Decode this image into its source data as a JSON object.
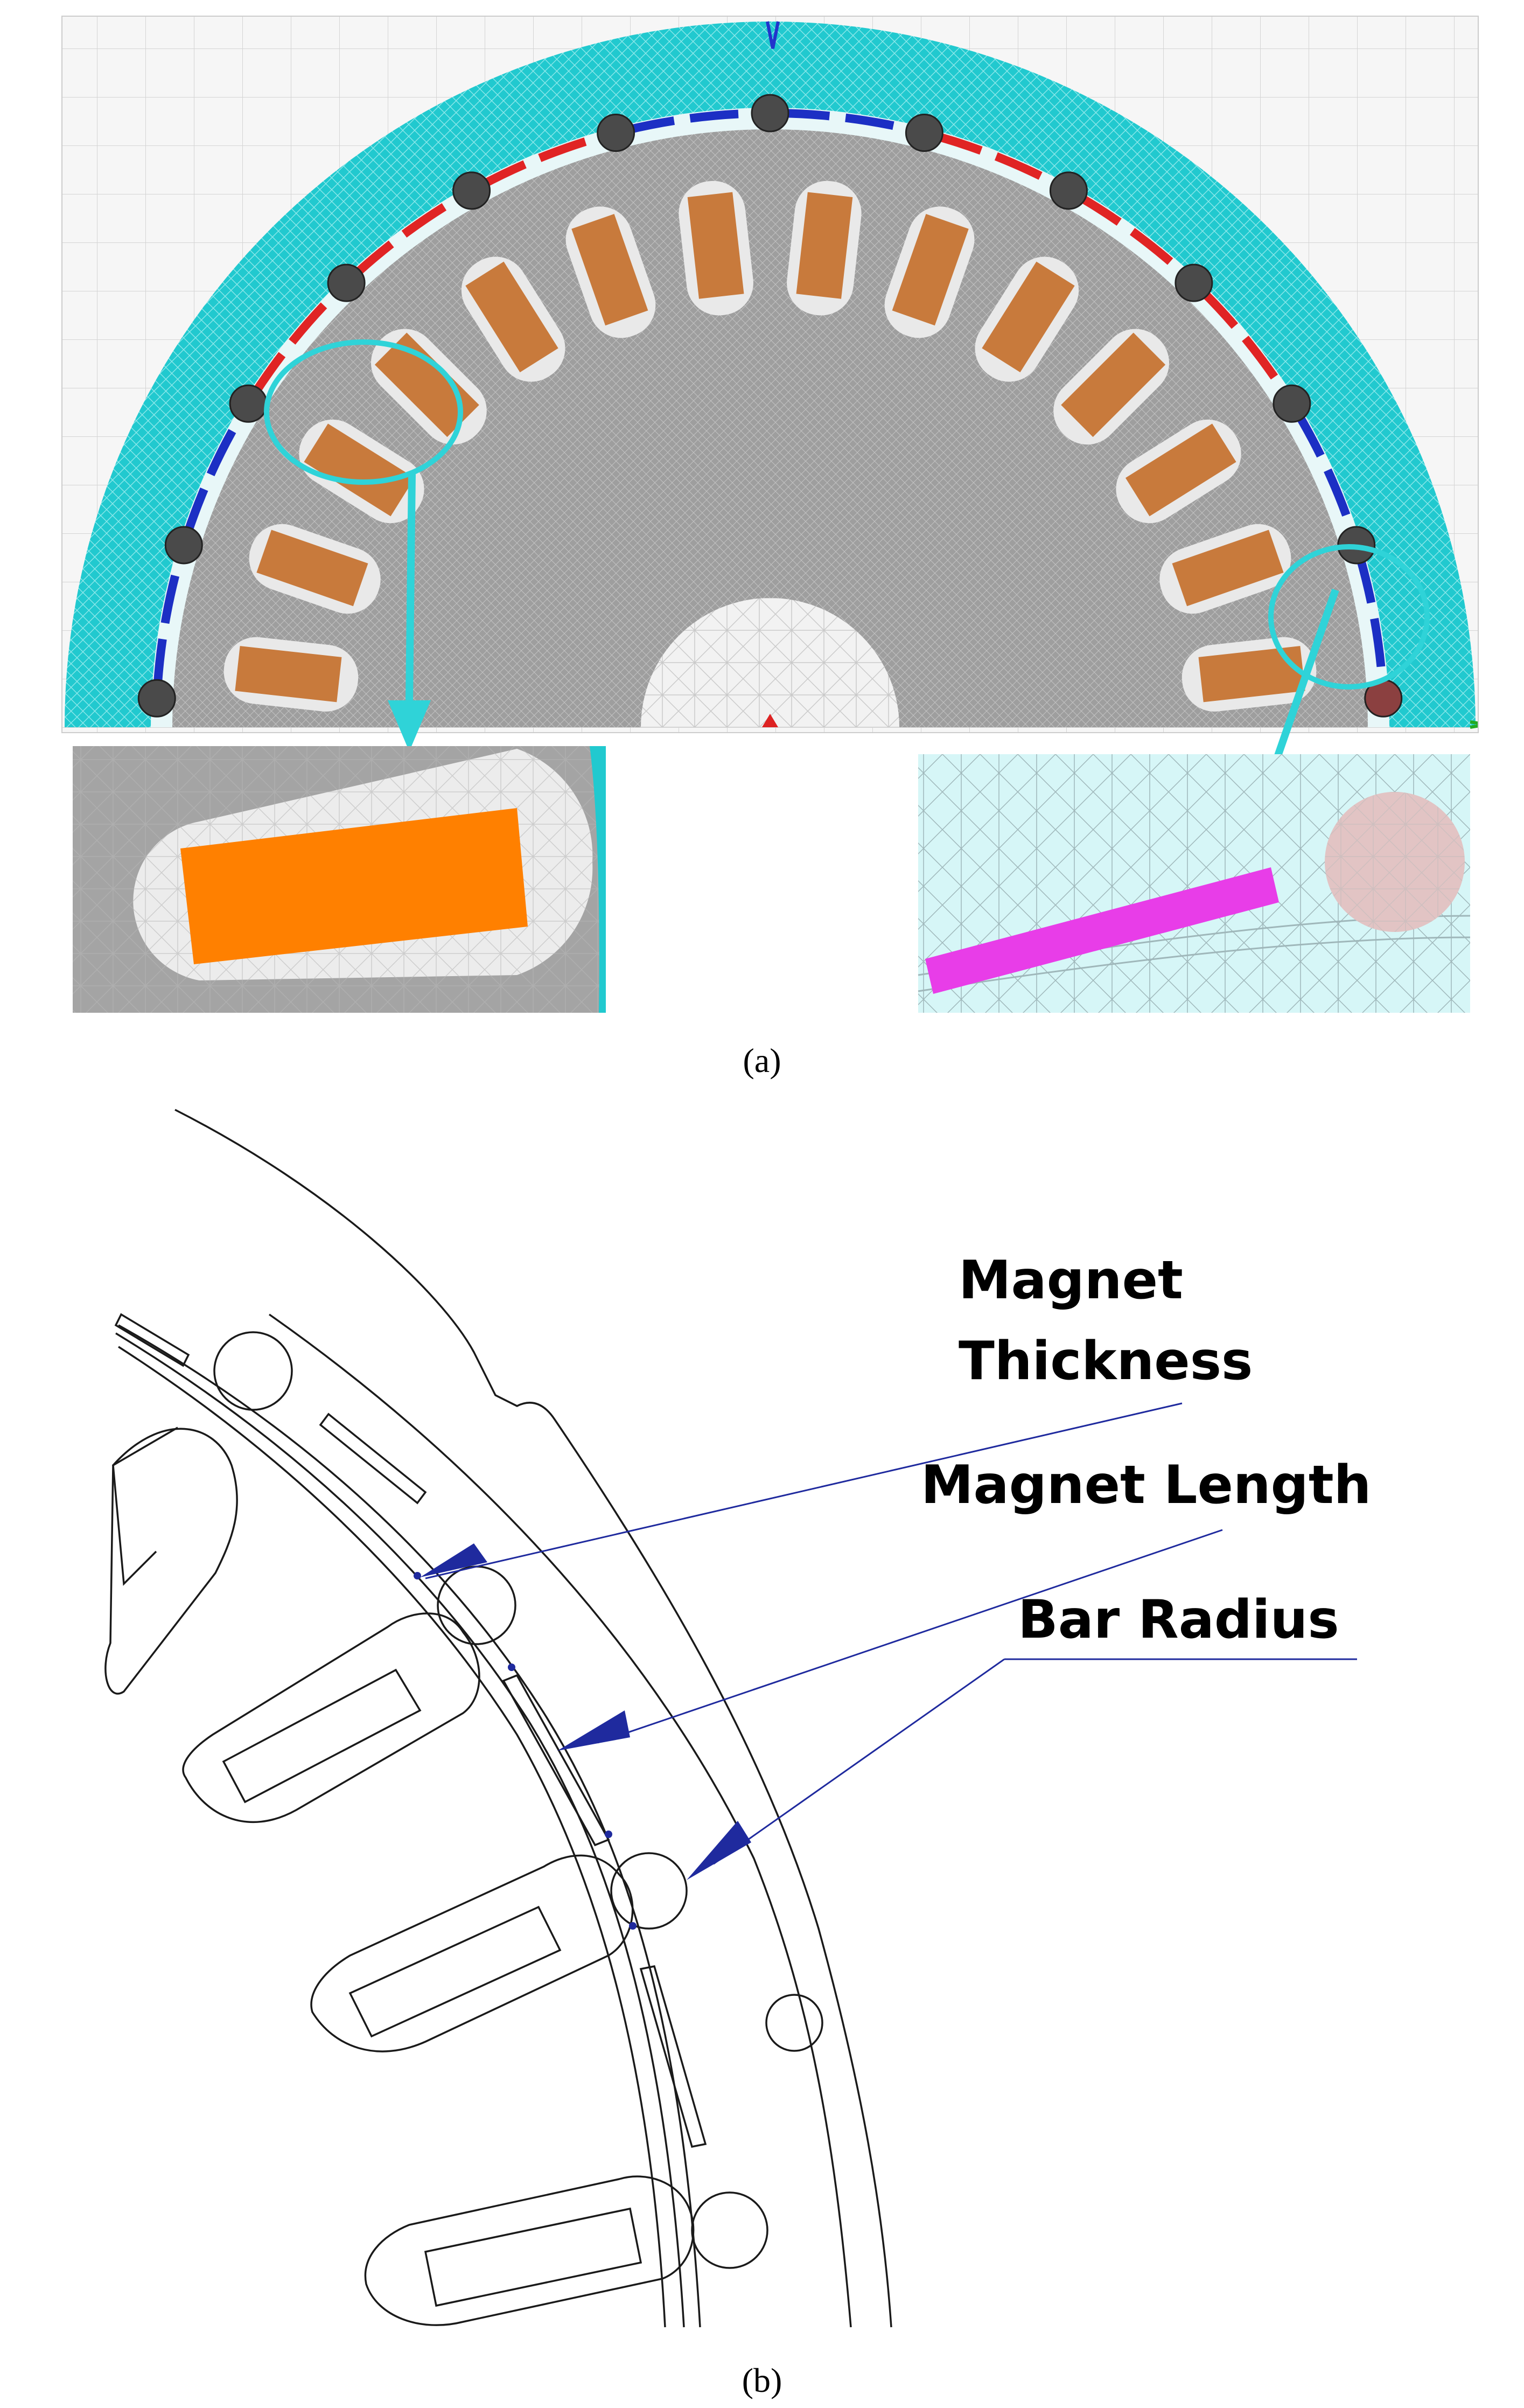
{
  "panel_a": {
    "caption": "(a)",
    "colors": {
      "mesh_background": "#f4f4f4",
      "stator": "#21c9cf",
      "rotor": "#9e9e9e",
      "shaft": "#f0f0f0",
      "conductor": "#c87a3c",
      "conductor_zoom": "#ff8000",
      "magnet_blue": "#1c2fc4",
      "magnet_red": "#e02424",
      "bar": "#4a4a4a",
      "bar_highlight": "#8b4040",
      "callout": "#2fd3d8",
      "magnet_zoom": "#e83de8",
      "bar_zoom": "#e2c4c4"
    }
  },
  "panel_b": {
    "caption": "(b)",
    "labels": {
      "magnet_thickness_line1": "Magnet",
      "magnet_thickness_line2": "Thickness",
      "magnet_length": "Magnet Length",
      "bar_radius": "Bar Radius"
    },
    "colors": {
      "outline": "#1a1a1a",
      "leader": "#1f2a9e"
    }
  }
}
